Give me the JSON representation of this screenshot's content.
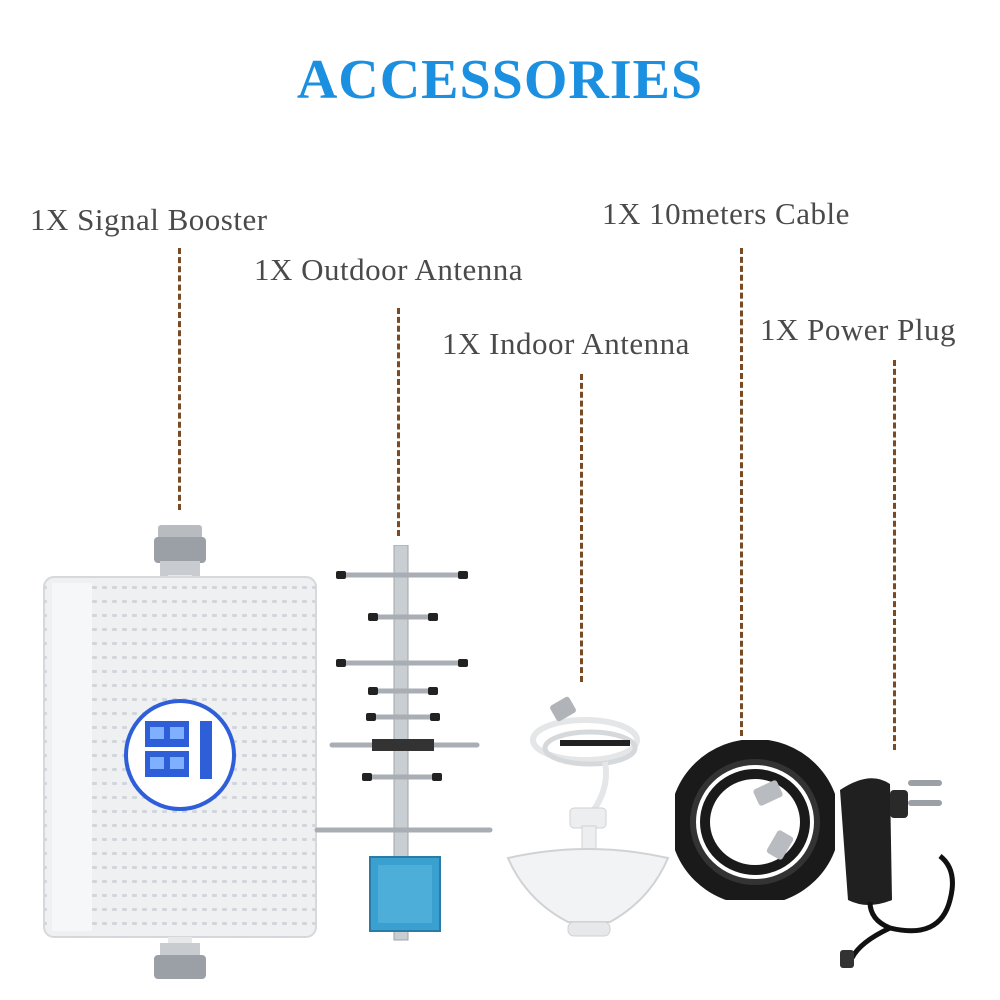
{
  "title": "ACCESSORIES",
  "items": {
    "booster": "1X Signal Booster",
    "outdoor_antenna": "1X Outdoor Antenna",
    "indoor_antenna": "1X Indoor Antenna",
    "cable": "1X 10meters Cable",
    "power_plug": "1X Power Plug"
  },
  "colors": {
    "title": "#1b8fe0",
    "label": "#4a4a4a",
    "leader": "#7a4a22",
    "booster_panel": "#eef0f2",
    "badge_blue": "#2e5fd8",
    "yagi_panel": "#3aa0d0",
    "cable": "#1a1a1a"
  }
}
